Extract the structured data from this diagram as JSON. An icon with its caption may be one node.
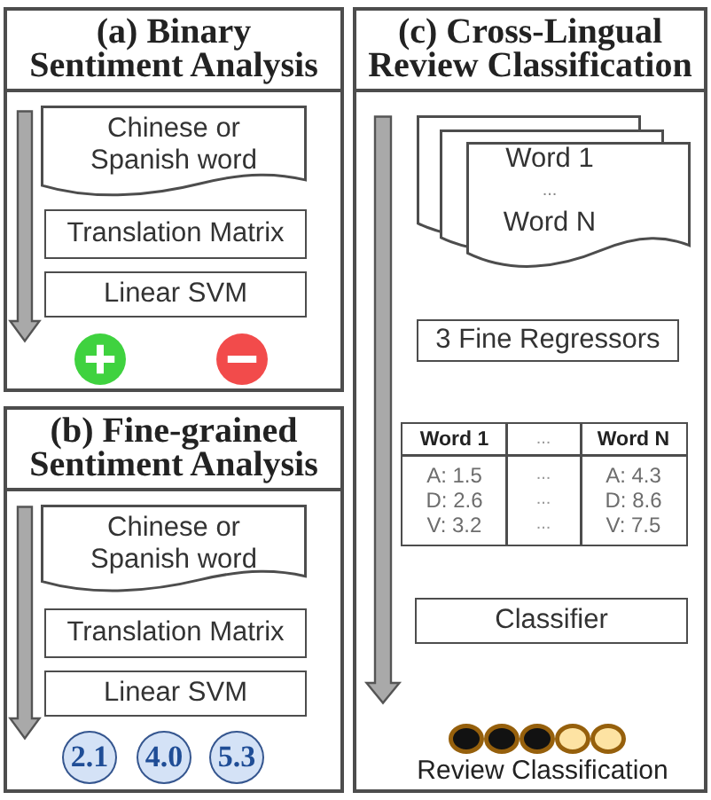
{
  "diagram": {
    "nodes": [
      {
        "text": [
          "(a) Binary Sentiment Analysis"
        ]
      },
      {
        "text": [
          "Chinese or Spanish word"
        ],
        "in": 0
      },
      {
        "text": [
          "Translation Matrix"
        ],
        "in": 0
      },
      {
        "text": [
          "Linear SVM"
        ],
        "in": 0
      },
      {
        "text": [],
        "shape": "circle",
        "in": 0
      },
      {
        "text": [],
        "shape": "circle",
        "in": 0
      },
      {
        "text": [
          "(b) Fine-grained Sentiment Analysis"
        ]
      },
      {
        "text": [
          "Chinese or Spanish word"
        ],
        "in": 6
      },
      {
        "text": [
          "Translation Matrix"
        ],
        "in": 6
      },
      {
        "text": [
          "Linear SVM"
        ],
        "in": 6
      },
      {
        "text": [
          "2.1"
        ],
        "in": 6
      },
      {
        "text": [
          "4.0"
        ],
        "in": 6
      },
      {
        "text": [
          "5.3"
        ],
        "in": 6
      },
      {
        "text": [
          "(c) Cross-Lingual Review Classification"
        ]
      },
      {
        "text": [
          "Word 1",
          "...",
          "Word N"
        ],
        "in": 13
      },
      {
        "text": [
          "3 Fine Regressors"
        ],
        "in": 13
      },
      {
        "text": [
          "Classifier"
        ],
        "in": 13
      },
      {
        "text": [],
        "shape": "circle",
        "in": 13
      },
      {
        "text": [],
        "shape": "circle",
        "in": 13
      },
      {
        "text": [],
        "shape": "circle",
        "in": 13
      },
      {
        "text": [],
        "shape": "circle",
        "in": 13
      },
      {
        "text": [],
        "shape": "circle",
        "in": 13
      }
    ],
    "labels": [
      "Word 1",
      "...",
      "Word N",
      "A: 1.5",
      "...",
      "A: 4.3",
      "D: 2.6",
      "...",
      "D: 8.6",
      "V: 3.2",
      "...",
      "V: 7.5",
      "Review Classification"
    ]
  }
}
